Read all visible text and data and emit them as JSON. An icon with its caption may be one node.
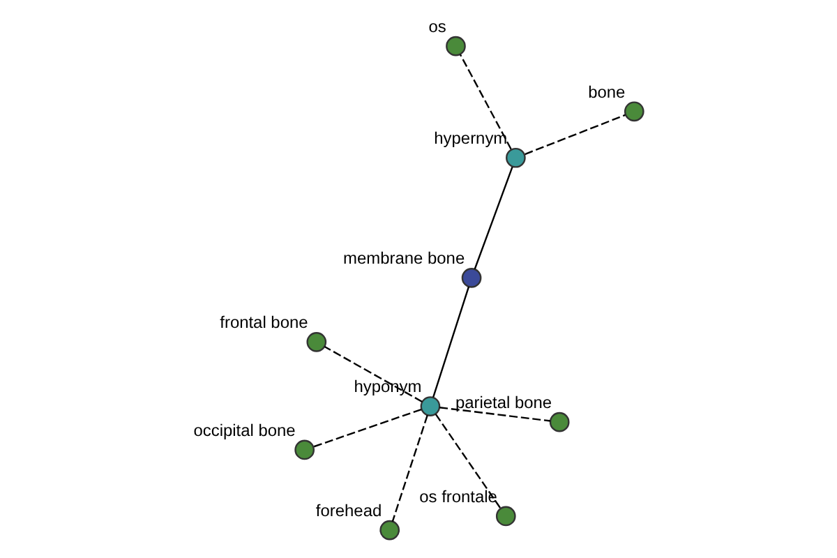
{
  "diagram": {
    "nodes": [
      {
        "text": [],
        "shape": "circle",
        "beside": [
          "membrane bone"
        ]
      },
      {
        "text": [],
        "shape": "circle",
        "beside": [
          "hypernym"
        ]
      },
      {
        "text": [],
        "shape": "circle",
        "beside": [
          "bone"
        ]
      },
      {
        "text": [],
        "shape": "circle",
        "beside": [
          "os"
        ]
      },
      {
        "text": [],
        "shape": "circle",
        "beside": [
          "hyponym"
        ]
      },
      {
        "text": [],
        "shape": "circle",
        "beside": [
          "frontal bone"
        ]
      },
      {
        "text": [],
        "shape": "circle",
        "beside": [
          "occipital bone"
        ]
      },
      {
        "text": [],
        "shape": "circle",
        "beside": [
          "parietal bone"
        ]
      },
      {
        "text": [],
        "shape": "circle",
        "beside": [
          "forehead"
        ]
      },
      {
        "text": [],
        "shape": "circle",
        "beside": [
          "os frontale"
        ]
      }
    ],
    "edges": [
      {
        "from": 0,
        "to": 1,
        "arrow": "none"
      },
      {
        "from": 1,
        "to": 2,
        "arrow": "none",
        "style": "dashed"
      },
      {
        "from": 1,
        "to": 3,
        "arrow": "none",
        "style": "dashed"
      },
      {
        "from": 0,
        "to": 4,
        "arrow": "none"
      },
      {
        "from": 4,
        "to": 5,
        "arrow": "none",
        "style": "dashed"
      },
      {
        "from": 4,
        "to": 6,
        "arrow": "none",
        "style": "dashed"
      },
      {
        "from": 4,
        "to": 7,
        "arrow": "none",
        "style": "dashed"
      },
      {
        "from": 4,
        "to": 8,
        "arrow": "none",
        "style": "dashed"
      },
      {
        "from": 4,
        "to": 9,
        "arrow": "none",
        "style": "dashed"
      }
    ]
  }
}
